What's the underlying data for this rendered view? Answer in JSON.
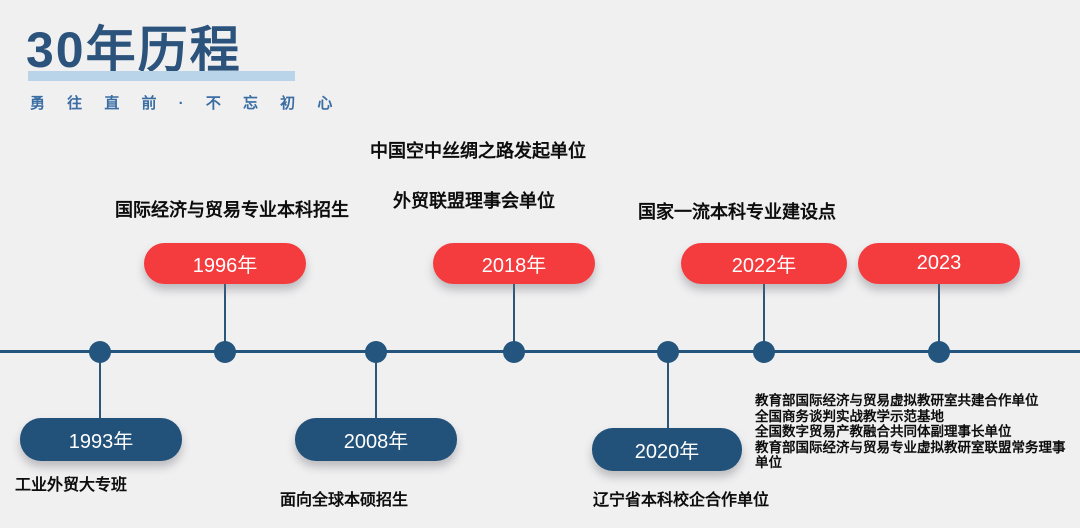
{
  "header": {
    "title": "30年历程",
    "subtitle": "勇 往 直 前 · 不 忘 初 心"
  },
  "colors": {
    "background": "#f0f0f1",
    "accent_red": "#f43b3e",
    "accent_navy": "#22527a",
    "axis_line": "#24557e",
    "title_blue": "#2b537b",
    "title_underline_blue": "#b9d3e8",
    "subtitle_blue": "#3a6da3",
    "label_text": "#0d0d0d",
    "pill_text": "#ffffff"
  },
  "timeline": {
    "milestones": [
      {
        "year": "1993年",
        "position": "below",
        "color": "navy",
        "labels": [
          "工业外贸大专班"
        ]
      },
      {
        "year": "1996年",
        "position": "above",
        "color": "red",
        "labels": [
          "国际经济与贸易专业本科招生"
        ]
      },
      {
        "year": "2008年",
        "position": "below",
        "color": "navy",
        "labels": [
          "面向全球本硕招生"
        ]
      },
      {
        "year": "2018年",
        "position": "above",
        "color": "red",
        "labels": [
          "中国空中丝绸之路发起单位",
          "外贸联盟理事会单位"
        ]
      },
      {
        "year": "2020年",
        "position": "below",
        "color": "navy",
        "labels": [
          "辽宁省本科校企合作单位"
        ]
      },
      {
        "year": "2022年",
        "position": "above",
        "color": "red",
        "labels": [
          "国家一流本科专业建设点"
        ]
      },
      {
        "year": "2023",
        "position": "above",
        "color": "red",
        "labels": []
      }
    ]
  },
  "achievements": [
    "教育部国际经济与贸易虚拟教研室共建合作单位",
    "全国商务谈判实战教学示范基地",
    "全国数字贸易产教融合共同体副理事长单位",
    "教育部国际经济与贸易专业虚拟教研室联盟常务理事单位"
  ]
}
